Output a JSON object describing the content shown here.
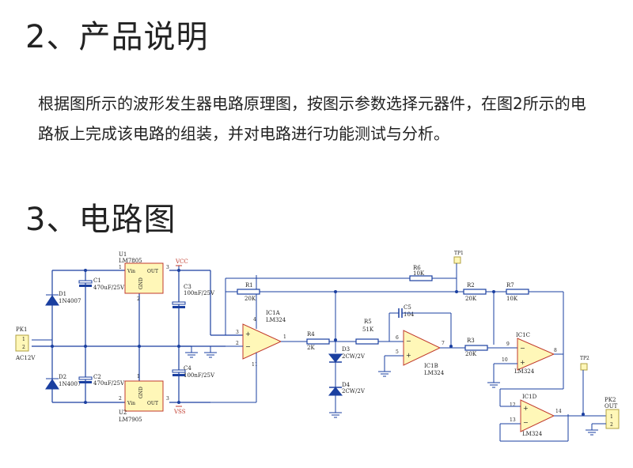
{
  "section2": {
    "title": "2、产品说明"
  },
  "description": "根据图所示的波形发生器电路原理图，按图示参数选择元器件，在图2所示的电路板上完成该电路的组装，并对电路进行功能测试与分析。",
  "section3": {
    "title": "3、电路图"
  },
  "schematic": {
    "u1": {
      "ref": "U1",
      "part": "LM7805",
      "pin_in": "Vin",
      "pin_out": "OUT",
      "pin_gnd": "GND",
      "p1": "1",
      "p2": "2",
      "p3": "3"
    },
    "u2": {
      "ref": "U2",
      "part": "LM7905",
      "pin_in": "Vin",
      "pin_out": "OUT",
      "pin_gnd": "GND",
      "p1": "2",
      "p2": "1",
      "p3": "3"
    },
    "vcc": "VCC",
    "vss": "VSS",
    "pk1": {
      "ref": "PK1",
      "label": "AC12V",
      "pin1": "1",
      "pin2": "2"
    },
    "pk2": {
      "ref": "PK2",
      "label": "OUT",
      "pin1": "1",
      "pin2": "2"
    },
    "d1": {
      "ref": "D1",
      "value": "1N4007"
    },
    "d2": {
      "ref": "D2",
      "value": "1N4007"
    },
    "c1": {
      "ref": "C1",
      "value": "470uF/25V"
    },
    "c2": {
      "ref": "C2",
      "value": "470uF/25V"
    },
    "c3": {
      "ref": "C3",
      "value": "100nF/25V"
    },
    "c4": {
      "ref": "C4",
      "value": "100nF/25V"
    },
    "c5": {
      "ref": "C5",
      "value": "104"
    },
    "r1": {
      "ref": "R1",
      "value": "20K"
    },
    "r2": {
      "ref": "R2",
      "value": "20K"
    },
    "r3": {
      "ref": "R3",
      "value": "20K"
    },
    "r4": {
      "ref": "R4",
      "value": "2K"
    },
    "r5": {
      "ref": "R5",
      "value": "51K"
    },
    "r6": {
      "ref": "R6",
      "value": "10K"
    },
    "r7": {
      "ref": "R7",
      "value": "10K"
    },
    "d3": {
      "ref": "D3",
      "value": "2CW/2V"
    },
    "d4": {
      "ref": "D4",
      "value": "2CW/2V"
    },
    "ic1a": {
      "ref": "IC1A",
      "part": "LM324",
      "pin_p": "3",
      "pin_n": "2",
      "pin_out": "1",
      "pin_v": "4",
      "pin_g": "11"
    },
    "ic1b": {
      "ref": "IC1B",
      "part": "LM324",
      "pin_n": "6",
      "pin_p": "5",
      "pin_out": "7"
    },
    "ic1c": {
      "ref": "IC1C",
      "part": "LM324",
      "pin_n": "9",
      "pin_p": "10",
      "pin_out": "8"
    },
    "ic1d": {
      "ref": "IC1D",
      "part": "LM324",
      "pin_p": "12",
      "pin_n": "13",
      "pin_out": "14"
    },
    "tp1": "TP1",
    "tp2": "TP2",
    "sign_plus": "+",
    "sign_minus": "−"
  }
}
